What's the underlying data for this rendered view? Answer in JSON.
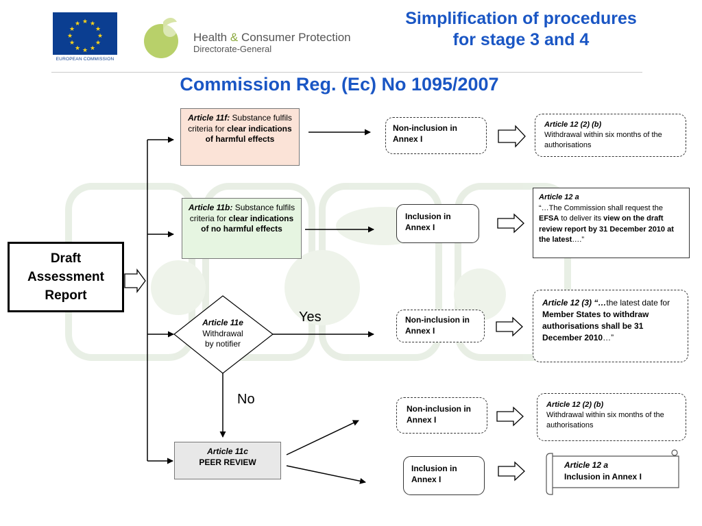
{
  "header": {
    "title_line1": "Simplification of procedures",
    "title_line2": "for stage 3 and 4",
    "subtitle": "Commission Reg. (Ec) No 1095/2007"
  },
  "logos": {
    "eu_caption": "EUROPEAN COMMISSION",
    "health_part1": "Health",
    "health_amp": "&",
    "health_part2": "Consumer Protection",
    "health_sub": "Directorate-General"
  },
  "diagram": {
    "draft": {
      "line1": "Draft",
      "line2": "Assessment",
      "line3": "Report"
    },
    "art11f": {
      "italic": "Article 11f:",
      "text": " Substance fulfils criteria for ",
      "bold": "clear indications of harmful effects"
    },
    "art11b": {
      "italic": "Article 11b:",
      "text": " Substance fulfils criteria for ",
      "bold": "clear indications of no harmful effects"
    },
    "art11e": {
      "italic": "Article 11e",
      "line2": "Withdrawal",
      "line3": "by notifier"
    },
    "art11c": {
      "italic": "Article 11c",
      "line2": "PEER REVIEW"
    },
    "labels": {
      "yes": "Yes",
      "no": "No"
    },
    "middle": {
      "m1": "Non-inclusion in Annex I",
      "m2": "Inclusion in Annex I",
      "m3": "Non-inclusion in Annex I",
      "m4": "Non-inclusion in Annex I",
      "m5": "Inclusion in Annex I"
    },
    "right": {
      "r1": {
        "title": "Article 12 (2) (b)",
        "body": "Withdrawal within six months of the authorisations"
      },
      "r2": {
        "title": "Article 12 a",
        "t1": "“…The Commission shall request the ",
        "b1": "EFSA",
        "t2": " to deliver its ",
        "b2": "view on the draft review report by 31 December 2010 at the latest",
        "t3": "….”"
      },
      "r3": {
        "title": "Article 12 (3) “…",
        "t1": "the latest date for ",
        "b1": "Member States to withdraw authorisations shall be 31 December 2010",
        "t2": "…”"
      },
      "r4": {
        "title": "Article 12 (2) (b)",
        "body": "Withdrawal within six months of the authorisations"
      },
      "r5": {
        "title": "Article 12 a",
        "body": "Inclusion in Annex I"
      }
    }
  },
  "colors": {
    "header_blue": "#1a56c4",
    "art11f_fill": "#fbe3d7",
    "art11b_fill": "#e6f5e1",
    "art11c_fill": "#e8e8e8",
    "eu_flag": "#0b3e91",
    "eu_stars": "#ffd617",
    "health_green": "#8aa83c"
  }
}
